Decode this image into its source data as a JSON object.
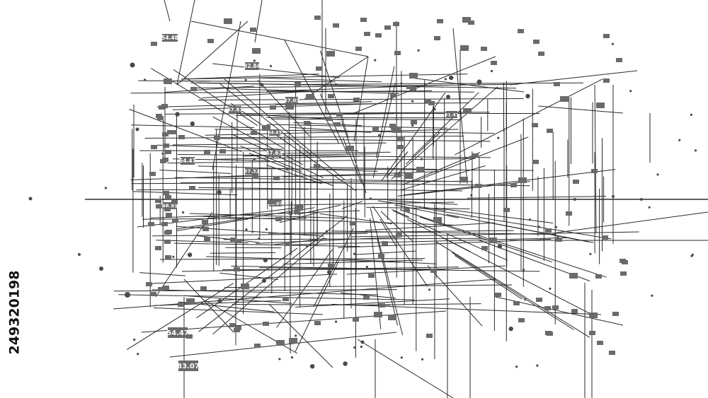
{
  "image": {
    "subject": "3d-wireframe-data-grid",
    "background_color": "#ffffff",
    "line_color": "#2a2a2a",
    "label_bg_color": "#6a6a6a",
    "label_text_color": "#ffffff"
  },
  "labels": [
    {
      "text": "54.48",
      "size": "small"
    },
    {
      "text": "32.84",
      "size": "small"
    },
    {
      "text": "47.03",
      "size": "small"
    },
    {
      "text": "54.47",
      "size": "small"
    },
    {
      "text": "47.83",
      "size": "small"
    },
    {
      "text": "37.32",
      "size": "small"
    },
    {
      "text": "48.91",
      "size": "small"
    },
    {
      "text": "83.07",
      "size": "small"
    },
    {
      "text": "54.47",
      "size": "large"
    },
    {
      "text": "83.07",
      "size": "large"
    },
    {
      "text": "31.41",
      "size": "small"
    },
    {
      "text": "54.47",
      "size": "small"
    },
    {
      "text": "47.63",
      "size": "small"
    }
  ],
  "stock_id": "249320198"
}
